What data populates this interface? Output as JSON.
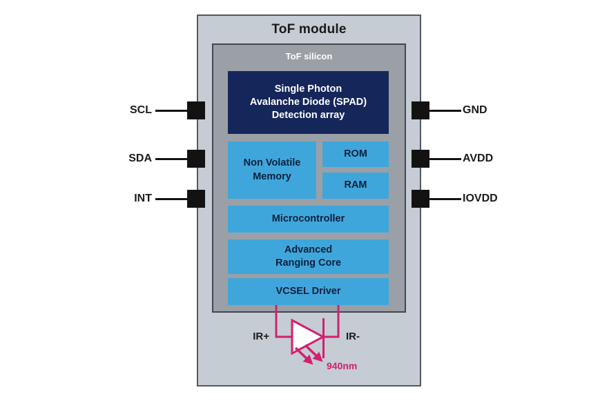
{
  "module": {
    "title": "ToF module",
    "silicon_title": "ToF silicon"
  },
  "blocks": {
    "spad": {
      "lines": [
        "Single Photon",
        "Avalanche Diode (SPAD)",
        "Detection array"
      ]
    },
    "nvm": {
      "lines": [
        "Non Volatile",
        "Memory"
      ]
    },
    "rom": {
      "label": "ROM"
    },
    "ram": {
      "label": "RAM"
    },
    "microcontroller": {
      "label": "Microcontroller"
    },
    "ranging_core": {
      "lines": [
        "Advanced",
        "Ranging Core"
      ]
    },
    "vcsel_driver": {
      "label": "VCSEL Driver"
    }
  },
  "pins": {
    "left": [
      {
        "label": "SCL"
      },
      {
        "label": "SDA"
      },
      {
        "label": "INT"
      }
    ],
    "right": [
      {
        "label": "GND"
      },
      {
        "label": "AVDD"
      },
      {
        "label": "IOVDD"
      }
    ]
  },
  "emitter": {
    "anode_label": "IR+",
    "cathode_label": "IR-",
    "wavelength": "940nm"
  },
  "colors": {
    "module_fill": "#c5ccd3",
    "silicon_fill": "#9aa0a6",
    "spad_navy": "#15265b",
    "block_blue": "#3fa6db",
    "accent_magenta": "#d2206f",
    "pin_black": "#121212"
  }
}
